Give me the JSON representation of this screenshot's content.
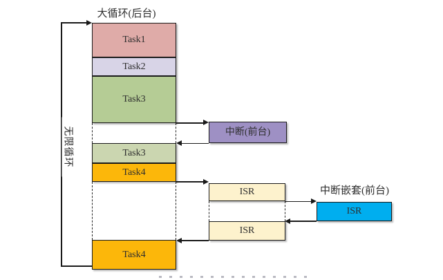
{
  "figure": {
    "column_title": "大循环(后台)",
    "loop_label": "无限循环",
    "nested_title": "中断嵌套(前台)"
  },
  "boxes": {
    "task1": {
      "label": "Task1"
    },
    "task2": {
      "label": "Task2"
    },
    "task3a": {
      "label": "Task3"
    },
    "task3b": {
      "label": "Task3"
    },
    "task4a": {
      "label": "Task4"
    },
    "task4b": {
      "label": "Task4"
    },
    "interrupt": {
      "label": "中断(前台)"
    },
    "isr1": {
      "label": "ISR"
    },
    "isr2": {
      "label": "ISR"
    },
    "isr_nested": {
      "label": "ISR"
    }
  },
  "colors": {
    "task1": "#dfaba8",
    "task2": "#d8d4e7",
    "task3a": "#b5cc95",
    "task3b": "#cbd6b0",
    "task4a": "#fcb70a",
    "task4b": "#fcb70a",
    "interrupt": "#9e90c4",
    "isr": "#fdf2cd",
    "isr_nested": "#00aeef",
    "line": "#1a1a1a"
  }
}
